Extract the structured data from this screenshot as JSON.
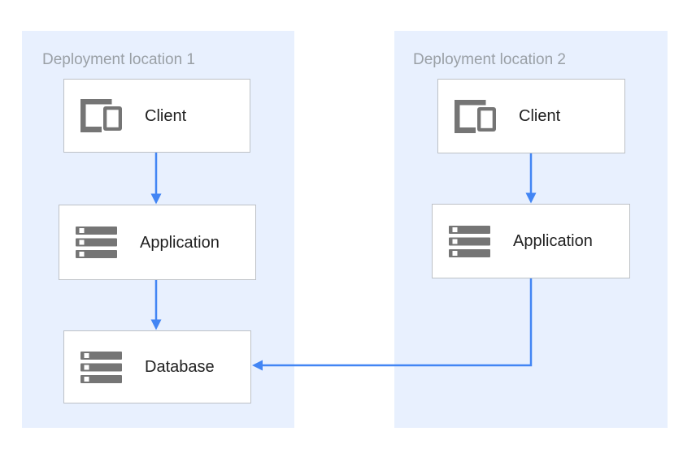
{
  "diagram": {
    "zones": [
      {
        "id": "loc1",
        "title": "Deployment location 1"
      },
      {
        "id": "loc2",
        "title": "Deployment location 2"
      }
    ],
    "nodes": {
      "client1": {
        "label": "Client",
        "icon": "devices-icon",
        "zone": "Deployment location 1"
      },
      "app1": {
        "label": "Application",
        "icon": "server-stack-icon",
        "zone": "Deployment location 1"
      },
      "db1": {
        "label": "Database",
        "icon": "server-stack-icon",
        "zone": "Deployment location 1"
      },
      "client2": {
        "label": "Client",
        "icon": "devices-icon",
        "zone": "Deployment location 2"
      },
      "app2": {
        "label": "Application",
        "icon": "server-stack-icon",
        "zone": "Deployment location 2"
      }
    },
    "connections": [
      {
        "from": "client1",
        "to": "app1"
      },
      {
        "from": "app1",
        "to": "db1"
      },
      {
        "from": "client2",
        "to": "app2"
      },
      {
        "from": "app2",
        "to": "db1"
      }
    ],
    "colors": {
      "zone_bg": "#e8f0fe",
      "zone_title": "#9aa0a6",
      "node_bg": "#ffffff",
      "node_border": "#bdc1c6",
      "icon_gray": "#757575",
      "label_text": "#212121",
      "arrow": "#4285f4"
    }
  }
}
